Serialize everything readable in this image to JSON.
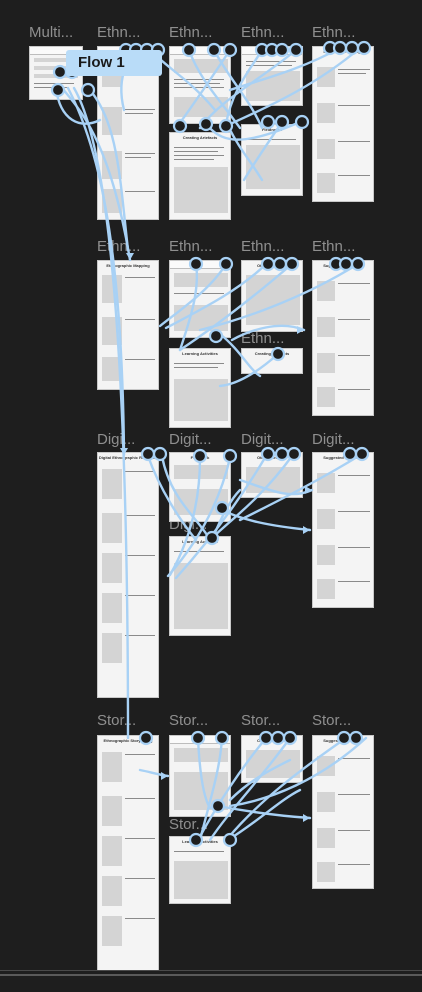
{
  "canvas": {
    "background": "#1e1e1e",
    "wire_color": "#a8d1f5",
    "handle_color": "#a8d1f5"
  },
  "flow": {
    "label": "Flow 1"
  },
  "sections": [
    {
      "id": "row1",
      "labels": [
        "Multi...",
        "Ethn...",
        "Ethn...",
        "Ethn...",
        "Ethn..."
      ]
    },
    {
      "id": "row2",
      "labels": [
        "Ethn...",
        "Ethn...",
        "Ethn...",
        "Ethn..."
      ]
    },
    {
      "id": "row2b",
      "labels": [
        "Ethn..."
      ]
    },
    {
      "id": "row3",
      "labels": [
        "Digi...",
        "Digit...",
        "Digit...",
        "Digit..."
      ]
    },
    {
      "id": "row3b",
      "labels": [
        "Digi..."
      ]
    },
    {
      "id": "row4",
      "labels": [
        "Stor...",
        "Stor...",
        "Stor...",
        "Stor..."
      ]
    },
    {
      "id": "row4b",
      "labels": [
        "Stor..."
      ]
    }
  ],
  "frames": [
    {
      "key": "f-multi",
      "title": ""
    },
    {
      "key": "f-r1c2",
      "title": ""
    },
    {
      "key": "f-r1c3",
      "title": ""
    },
    {
      "key": "f-r1c3b",
      "title": "Creating Artefacts"
    },
    {
      "key": "f-r1c4",
      "title": ""
    },
    {
      "key": "f-r1c4b",
      "title": "Fieldnotes"
    },
    {
      "key": "f-r1c5",
      "title": "Suggested Readings"
    },
    {
      "key": "f-r2c2",
      "title": "Ethnographic Mapping"
    },
    {
      "key": "f-r2c3",
      "title": ""
    },
    {
      "key": "f-r2c3b",
      "title": "Learning Activities"
    },
    {
      "key": "f-r2c4",
      "title": "Other Concepts"
    },
    {
      "key": "f-r2c4b",
      "title": "Creating Artefacts"
    },
    {
      "key": "f-r2c5",
      "title": "Suggested Readings"
    },
    {
      "key": "f-r3c2",
      "title": "Digital Ethnographic Research"
    },
    {
      "key": "f-r3c3",
      "title": "Fieldwork"
    },
    {
      "key": "f-r3c3b",
      "title": "Learning Activities"
    },
    {
      "key": "f-r3c4",
      "title": "Other Concepts"
    },
    {
      "key": "f-r3c5",
      "title": "Suggested Readings"
    },
    {
      "key": "f-r4c2",
      "title": "Ethnographic Storytelling"
    },
    {
      "key": "f-r4c3",
      "title": ""
    },
    {
      "key": "f-r4c3b",
      "title": "Learning Activities"
    },
    {
      "key": "f-r4c4",
      "title": "Other Concepts"
    },
    {
      "key": "f-r4c5",
      "title": "Suggested Readings"
    }
  ]
}
